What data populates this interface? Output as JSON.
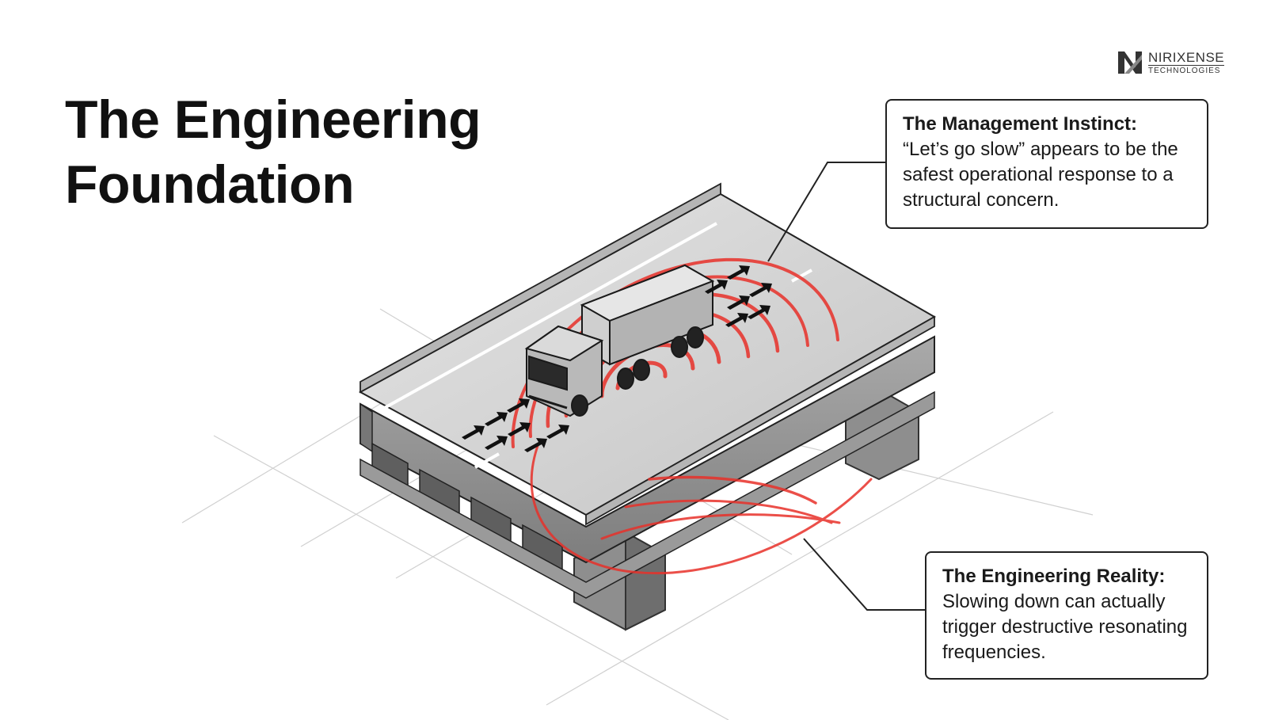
{
  "title_line1": "The Engineering",
  "title_line2": "Foundation",
  "logo": {
    "main": "NIRIXENSE",
    "sub": "TECHNOLOGIES"
  },
  "callout_management": {
    "heading": "The Management Instinct:",
    "text": "“Let’s go slow” appears to be the safest operational response to a structural concern."
  },
  "callout_engineering": {
    "heading": "The Engineering Reality:",
    "text": "Slowing down can actually trigger destructive resonating frequencies."
  },
  "colors": {
    "resonance": "#e8312a",
    "concrete": "#c9c9c9",
    "ink": "#111111"
  }
}
